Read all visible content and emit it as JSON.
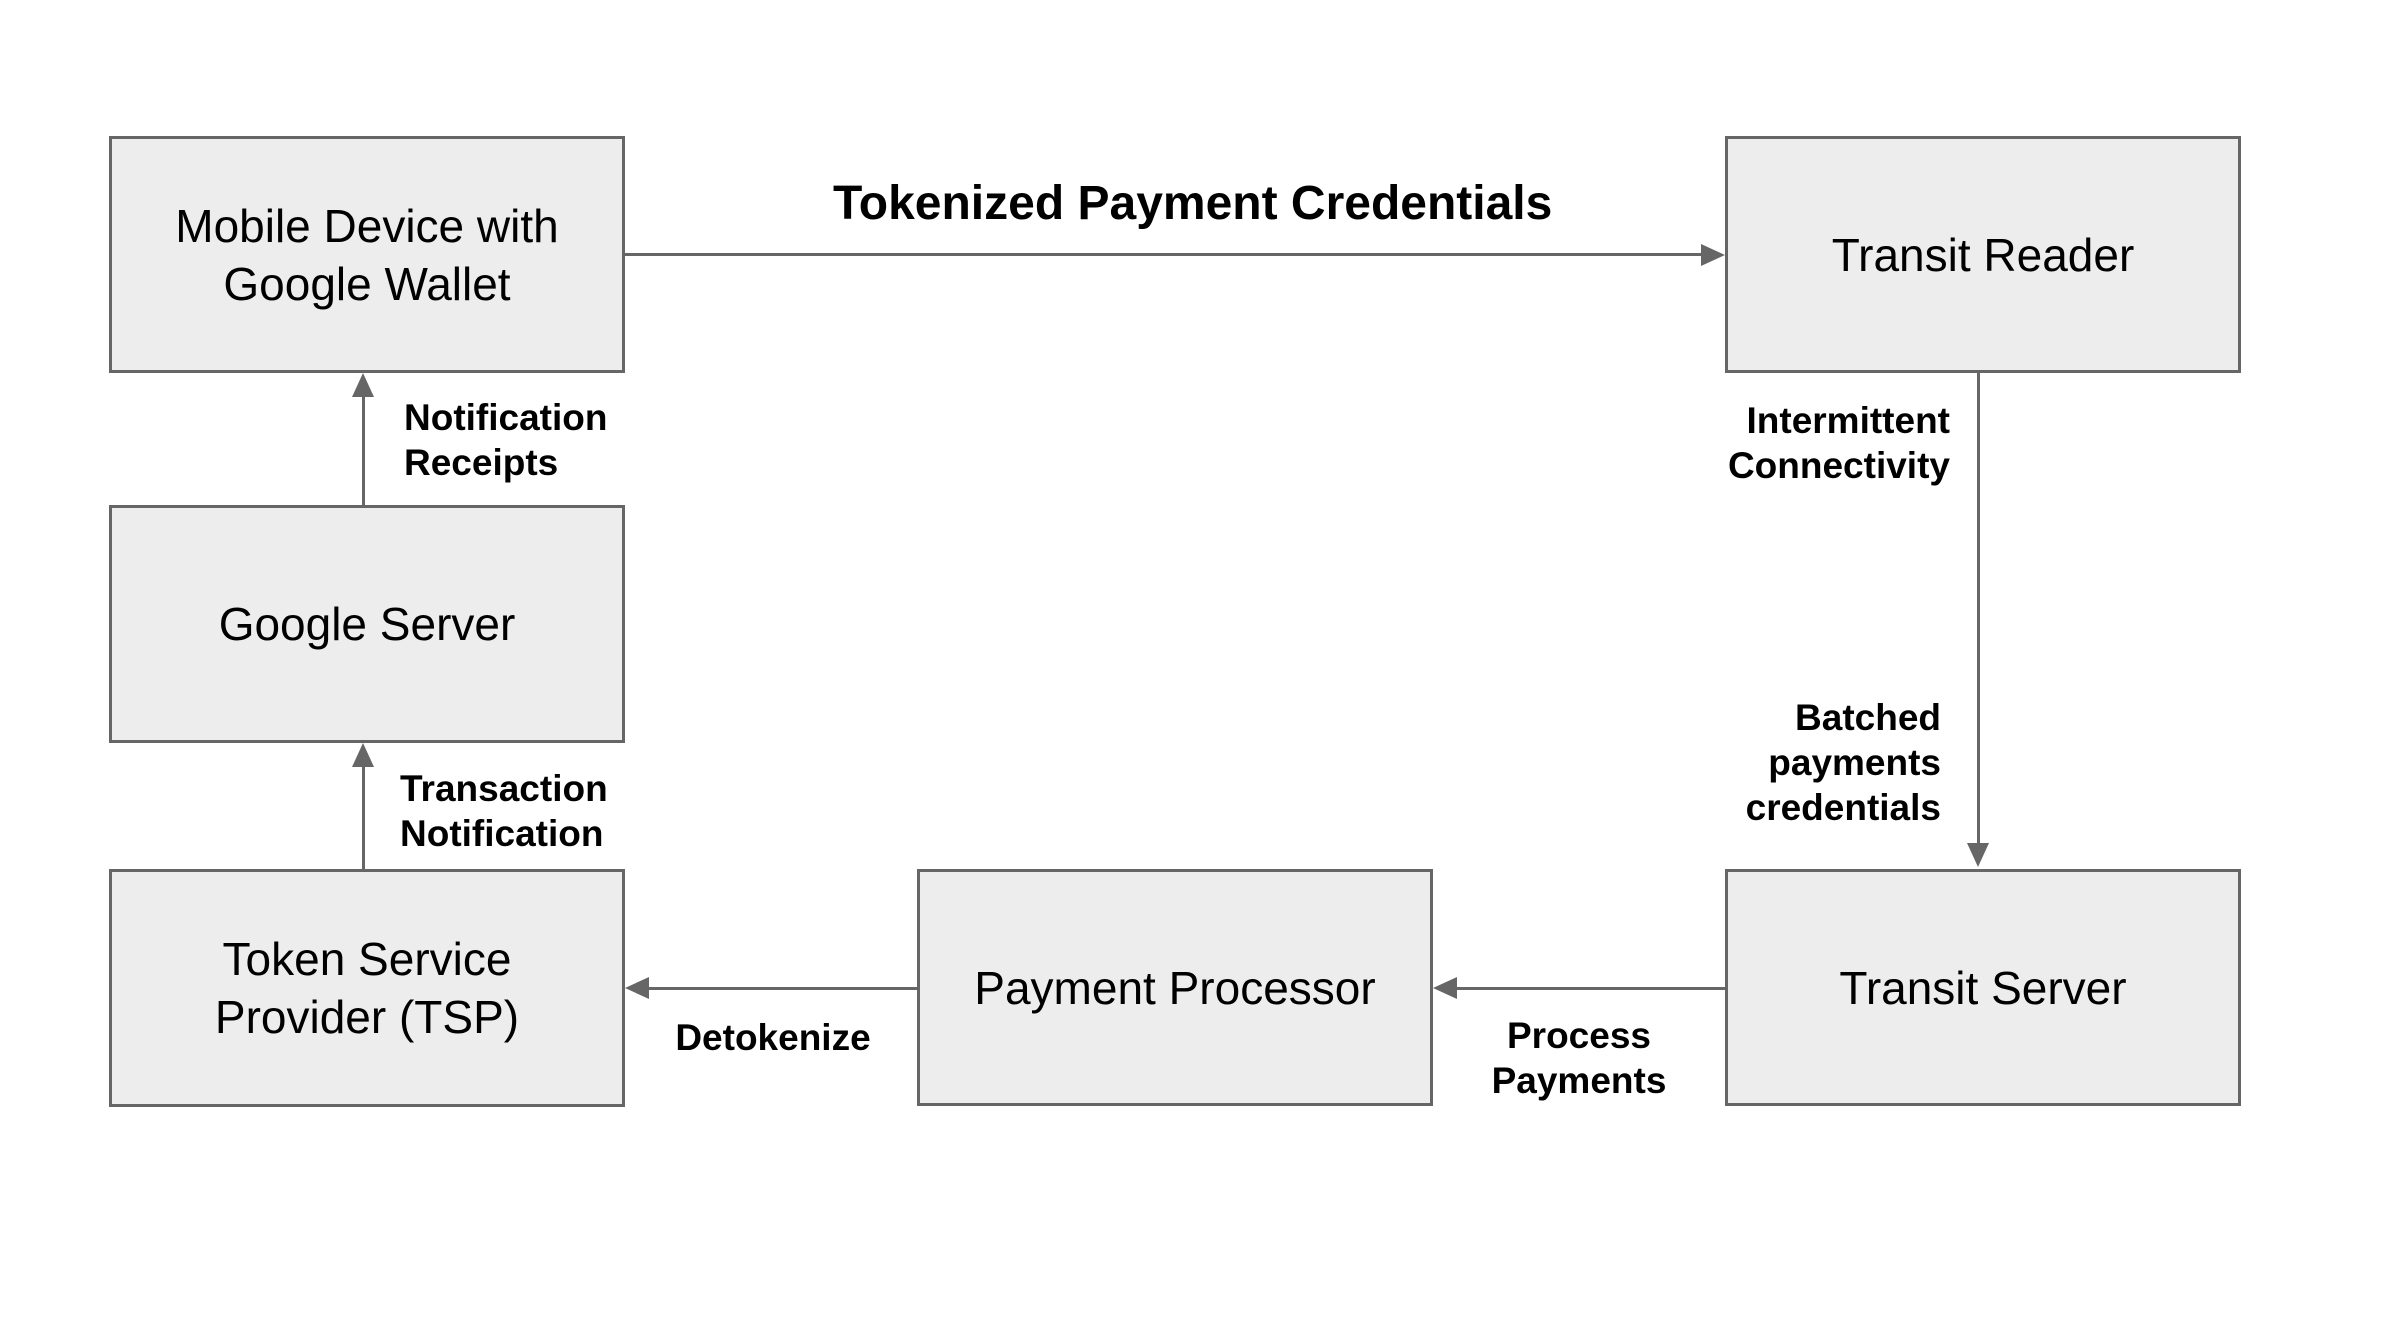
{
  "colors": {
    "node_fill": "#ededed",
    "node_border": "#666666",
    "arrow": "#666666",
    "text": "#000000"
  },
  "nodes": {
    "mobile_device": "Mobile Device with\nGoogle Wallet",
    "transit_reader": "Transit Reader",
    "google_server": "Google Server",
    "token_service_provider": "Token Service\nProvider (TSP)",
    "payment_processor": "Payment Processor",
    "transit_server": "Transit Server"
  },
  "edge_labels": {
    "tokenized_payment_credentials": "Tokenized Payment Credentials",
    "notification_receipts": "Notification\nReceipts",
    "transaction_notification": "Transaction\nNotification",
    "intermittent_connectivity": "Intermittent\nConnectivity",
    "batched_payments_credentials": "Batched\npayments\ncredentials",
    "process_payments": "Process\nPayments",
    "detokenize": "Detokenize"
  }
}
